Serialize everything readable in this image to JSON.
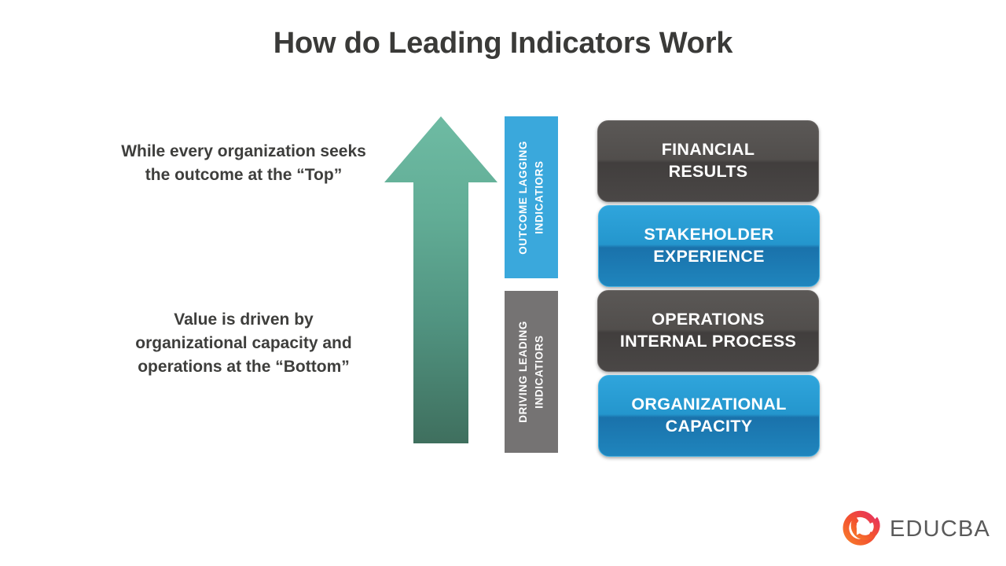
{
  "slide": {
    "title": "How do Leading Indicators Work",
    "background": "#ffffff",
    "title_color": "#3a3a38"
  },
  "notes": [
    {
      "id": "note-top",
      "text": "While every organization seeks the outcome at the “Top”"
    },
    {
      "id": "note-bottom",
      "text": "Value is driven by organizational capacity and operations at the “Bottom”"
    }
  ],
  "arrow": {
    "direction": "up",
    "gradient_top": "#6ebba3",
    "gradient_bottom": "#3f6f5e"
  },
  "category_bars": [
    {
      "id": "vbar-lagging",
      "label": "OUTCOME LAGGING\nINDICATIORS",
      "color": "#3aa8dc"
    },
    {
      "id": "vbar-leading",
      "label": "DRIVING LEADING\nINDICATIORS",
      "color": "#757373"
    }
  ],
  "pills": [
    {
      "id": "pill-financial",
      "label": "FINANCIAL\nRESULTS",
      "style": "dark",
      "group": "OUTCOME LAGGING INDICATIORS"
    },
    {
      "id": "pill-stakeholder",
      "label": "STAKEHOLDER\nEXPERIENCE",
      "style": "blue",
      "group": "OUTCOME LAGGING INDICATIORS"
    },
    {
      "id": "pill-operations",
      "label": "OPERATIONS\nINTERNAL  PROCESS",
      "style": "dark",
      "group": "DRIVING LEADING INDICATIORS"
    },
    {
      "id": "pill-organizational",
      "label": "ORGANIZATIONAL\nCAPACITY",
      "style": "blue",
      "group": "DRIVING LEADING INDICATIORS"
    }
  ],
  "logo": {
    "wordmark": "EDUCBA",
    "mark_color_start": "#f8722a",
    "mark_color_end": "#e52e63",
    "wordmark_color": "#5a5a5a"
  }
}
